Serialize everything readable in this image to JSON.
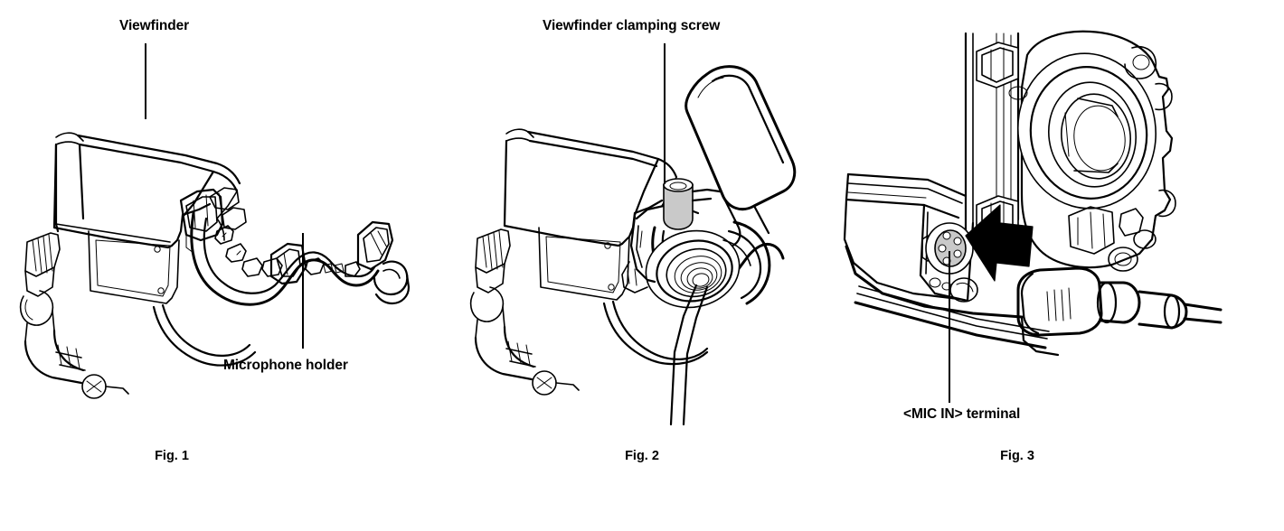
{
  "document": {
    "type": "technical-illustration",
    "background_color": "#ffffff",
    "line_color": "#000000",
    "accent_fill": "#c9c9c9"
  },
  "figures": [
    {
      "id": "fig1",
      "caption": "Fig. 1",
      "subject": "viewfinder-and-microphone-holder",
      "labels": [
        {
          "name": "viewfinder",
          "text": "Viewfinder"
        },
        {
          "name": "microphone-holder",
          "text": "Microphone holder"
        }
      ]
    },
    {
      "id": "fig2",
      "caption": "Fig. 2",
      "subject": "microphone-clamped-to-viewfinder",
      "labels": [
        {
          "name": "viewfinder-clamping-screw",
          "text": "Viewfinder clamping screw"
        }
      ]
    },
    {
      "id": "fig3",
      "caption": "Fig. 3",
      "subject": "mic-in-terminal-connection",
      "labels": [
        {
          "name": "mic-in-terminal",
          "text": "<MIC IN> terminal"
        }
      ]
    }
  ]
}
